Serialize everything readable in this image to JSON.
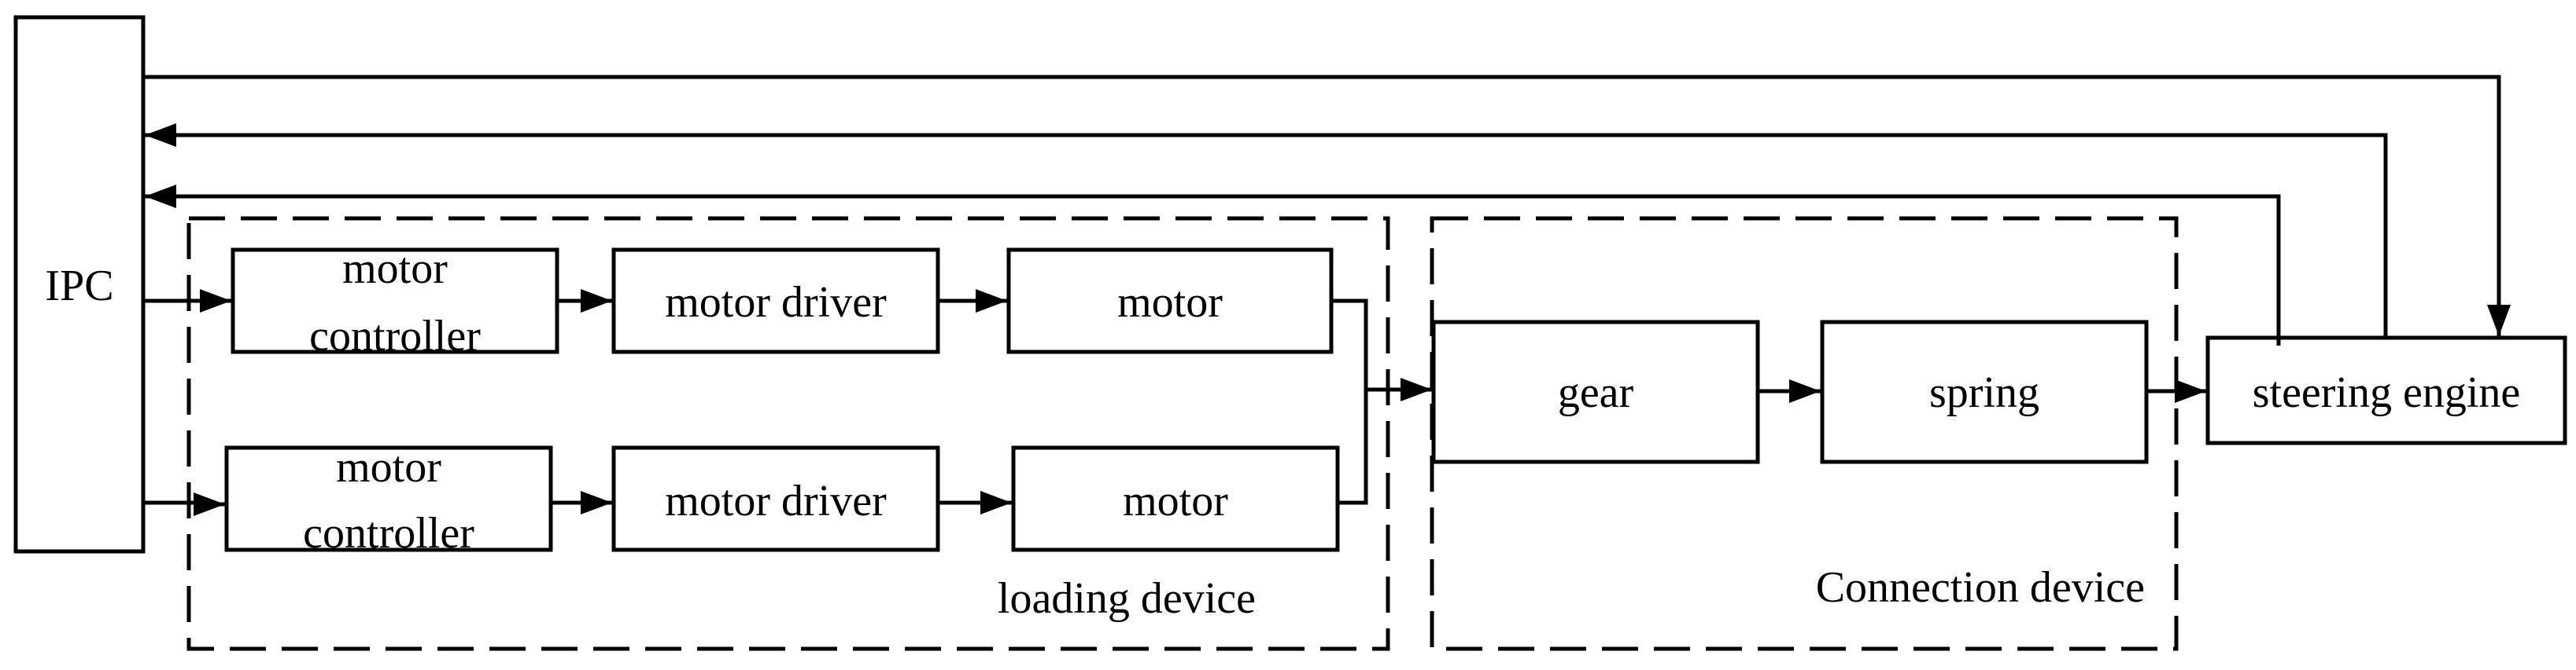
{
  "diagram": {
    "blocks": {
      "ipc": "IPC",
      "mc1_line1": "motor",
      "mc1_line2": "controller",
      "md1": "motor driver",
      "m1": "motor",
      "mc2_line1": "motor",
      "mc2_line2": "controller",
      "md2": "motor driver",
      "m2": "motor",
      "gear": "gear",
      "spring": "spring",
      "steering": "steering engine"
    },
    "groups": {
      "loading": "loading device",
      "connection": "Connection device"
    }
  }
}
